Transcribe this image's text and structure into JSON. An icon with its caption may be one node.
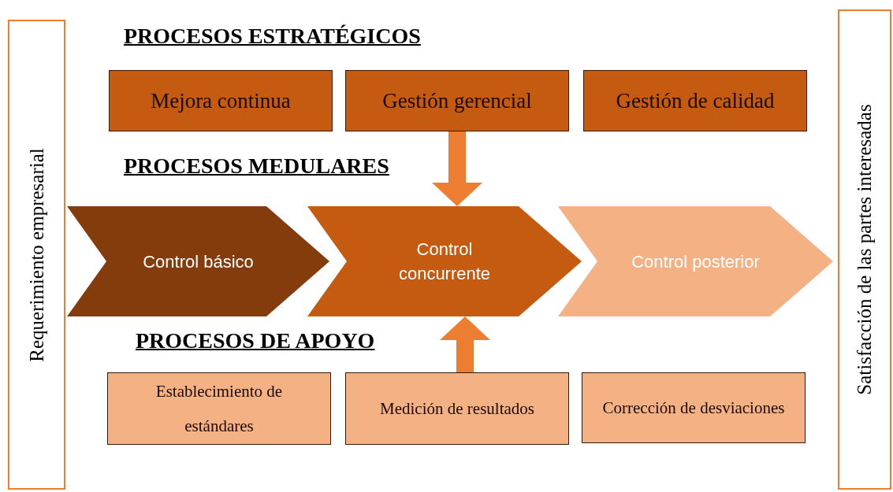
{
  "diagram": {
    "nodes": [
      {
        "text": [
          "Requerimiento empresarial"
        ]
      },
      {
        "text": [
          "Mejora continua"
        ]
      },
      {
        "text": [
          "Gestión gerencial"
        ]
      },
      {
        "text": [
          "Gestión de calidad"
        ]
      },
      {
        "text": [
          "Control básico"
        ]
      },
      {
        "text": [
          "Control concurrente"
        ]
      },
      {
        "text": [
          "Control posterior"
        ]
      },
      {
        "text": [
          "Establecimiento de estándares"
        ]
      },
      {
        "text": [
          "Medición de resultados"
        ]
      },
      {
        "text": [
          "Corrección de desviaciones"
        ]
      },
      {
        "text": [
          "Satisfacción de las partes interesadas"
        ]
      }
    ],
    "edges": [
      {
        "from": 2,
        "to": 5,
        "arrow": "to"
      },
      {
        "from": 8,
        "to": 5,
        "arrow": "to"
      }
    ],
    "labels": [
      "PROCESOS ESTRATÉGICOS",
      "PROCESOS MEDULARES",
      "PROCESOS DE APOYO"
    ]
  }
}
